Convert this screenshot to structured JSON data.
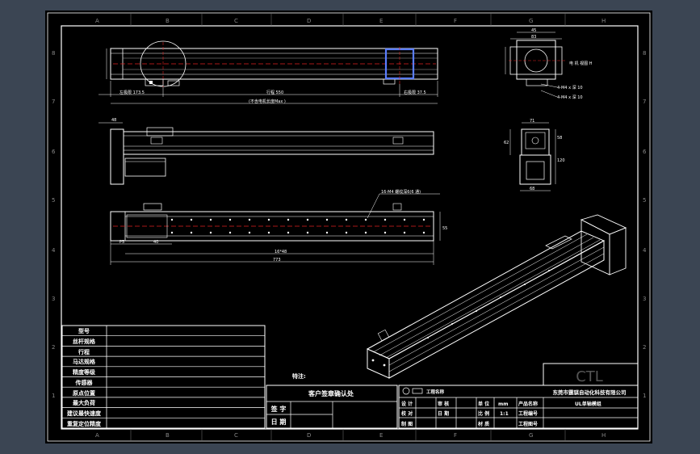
{
  "grid": {
    "columns": [
      "A",
      "B",
      "C",
      "D",
      "E",
      "F",
      "G",
      "H"
    ],
    "rows": [
      "8",
      "7",
      "6",
      "5",
      "4",
      "3",
      "2",
      "1"
    ]
  },
  "views": {
    "top": {
      "dim_left": "左极限 173.5",
      "dim_stroke": "行程 550",
      "dim_right": "右极限 37.5",
      "dim_total": "(不含电机长度Max )"
    },
    "side": {
      "dim_height": "48"
    },
    "bottom": {
      "callout": "16-M4 螺纹深6(6 通)",
      "dim_pitch": "P5",
      "dim_offset": "40",
      "dim_span": "16*48",
      "dim_total": "773",
      "dim_width": "55"
    },
    "end_top": {
      "dim_a": "45",
      "dim_b": "83",
      "label_motor": "电 机 视图 H",
      "label_hole1": "4-M4 x 深 10",
      "label_hole2": "4-M4 x 深 10"
    },
    "end_bottom": {
      "dim_a": "71",
      "dim_b": "62",
      "dim_c": "58",
      "dim_d": "120",
      "dim_e": "68"
    }
  },
  "left_table": {
    "rows": [
      "型号",
      "丝杆规格",
      "行程",
      "马达规格",
      "精度等级",
      "传感器",
      "原点位置",
      "最大负荷",
      "建议最快速度",
      "重复定位精度"
    ]
  },
  "center": {
    "note": "特注:",
    "title": "客户签章确认处",
    "sign_label": "签 字",
    "date_label": "日 期"
  },
  "title_block": {
    "logo": "CTL",
    "company": "东莞市霆骐自动化科技有限公司",
    "projection_label": "工程名称",
    "product_name_label": "产品名称",
    "product_name": "UL单轴模组",
    "drawing_no_label": "工程编号",
    "drawing_num_label": "工程图号",
    "design_label": "设 计",
    "review_label": "审 核",
    "check_label": "校 对",
    "date_label": "日 期",
    "draw_label": "制 图",
    "unit_label": "单 位",
    "unit_value": "mm",
    "scale_label": "比 例",
    "scale_value": "1:1",
    "material_label": "材 质"
  }
}
